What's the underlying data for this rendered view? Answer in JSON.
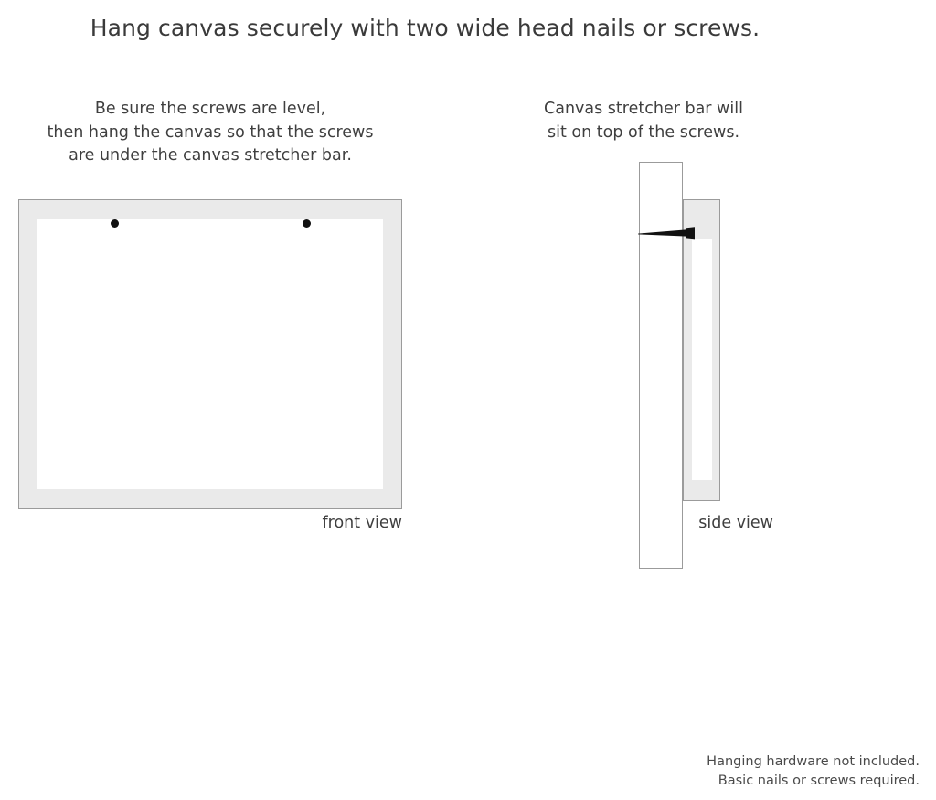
{
  "title": "Hang canvas securely with two wide head nails or screws.",
  "captions": {
    "left": {
      "line1": "Be sure the screws are level,",
      "line2": "then hang the canvas so that the screws",
      "line3": "are under the canvas stretcher bar."
    },
    "right": {
      "line1": "Canvas stretcher bar will",
      "line2": "sit on top of the screws."
    }
  },
  "views": {
    "front": {
      "label": "front view",
      "screw_count": 2,
      "screw_positions": [
        "left",
        "right"
      ]
    },
    "side": {
      "label": "side view",
      "screw_count": 1
    }
  },
  "footnote": {
    "line1": "Hanging hardware not included.",
    "line2": "Basic nails or screws required."
  },
  "colors": {
    "frame_fill": "#eaeaea",
    "frame_stroke": "#9b9b9b",
    "canvas_face": "#ffffff",
    "screw": "#111111",
    "text": "#3f3f3f",
    "background": "#ffffff"
  }
}
